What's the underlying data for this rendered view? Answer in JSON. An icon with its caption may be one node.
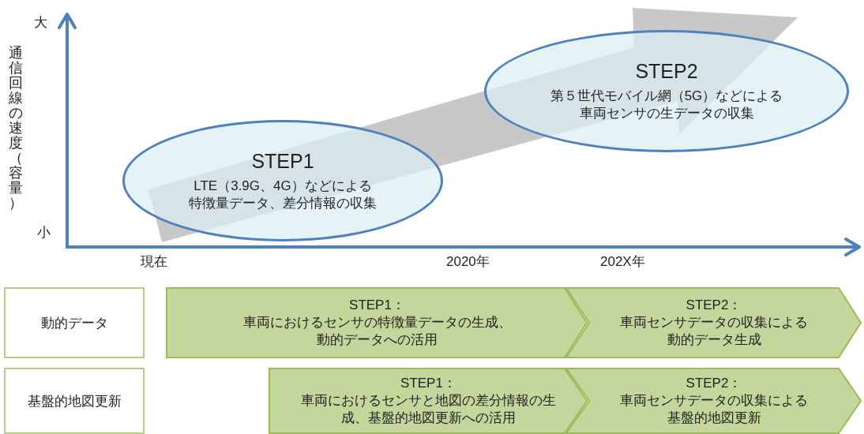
{
  "diagram": {
    "nodes": [
      {
        "text": [
          "STEP1",
          "LTE（3.9G、4G）などによる特徴量データ、差分情報の収集"
        ]
      },
      {
        "text": [
          "STEP2",
          "第５世代モバイル網（5G）などによる車両センサの生データの収集"
        ]
      },
      {
        "text": [
          "動的データ"
        ]
      },
      {
        "text": [
          "STEP1：",
          "車両におけるセンサの特徴量データの生成、動的データへの活用"
        ]
      },
      {
        "text": [
          "STEP2：",
          "車両センサデータの収集による動的データ生成"
        ]
      },
      {
        "text": [
          "基盤的地図更新"
        ]
      },
      {
        "text": [
          "STEP1：",
          "車両におけるセンサと地図の差分情報の生成、基盤的地図更新への活用"
        ]
      },
      {
        "text": [
          "STEP2：",
          "車両センサデータの収集による基盤的地図更新"
        ]
      }
    ],
    "edges": [
      {
        "from": 0,
        "to": 1,
        "arrow": "to",
        "style": "thick"
      }
    ],
    "labels": [
      "大",
      "通信回線の速度（容量）",
      "小",
      "現在",
      "2020年",
      "202X年"
    ]
  }
}
